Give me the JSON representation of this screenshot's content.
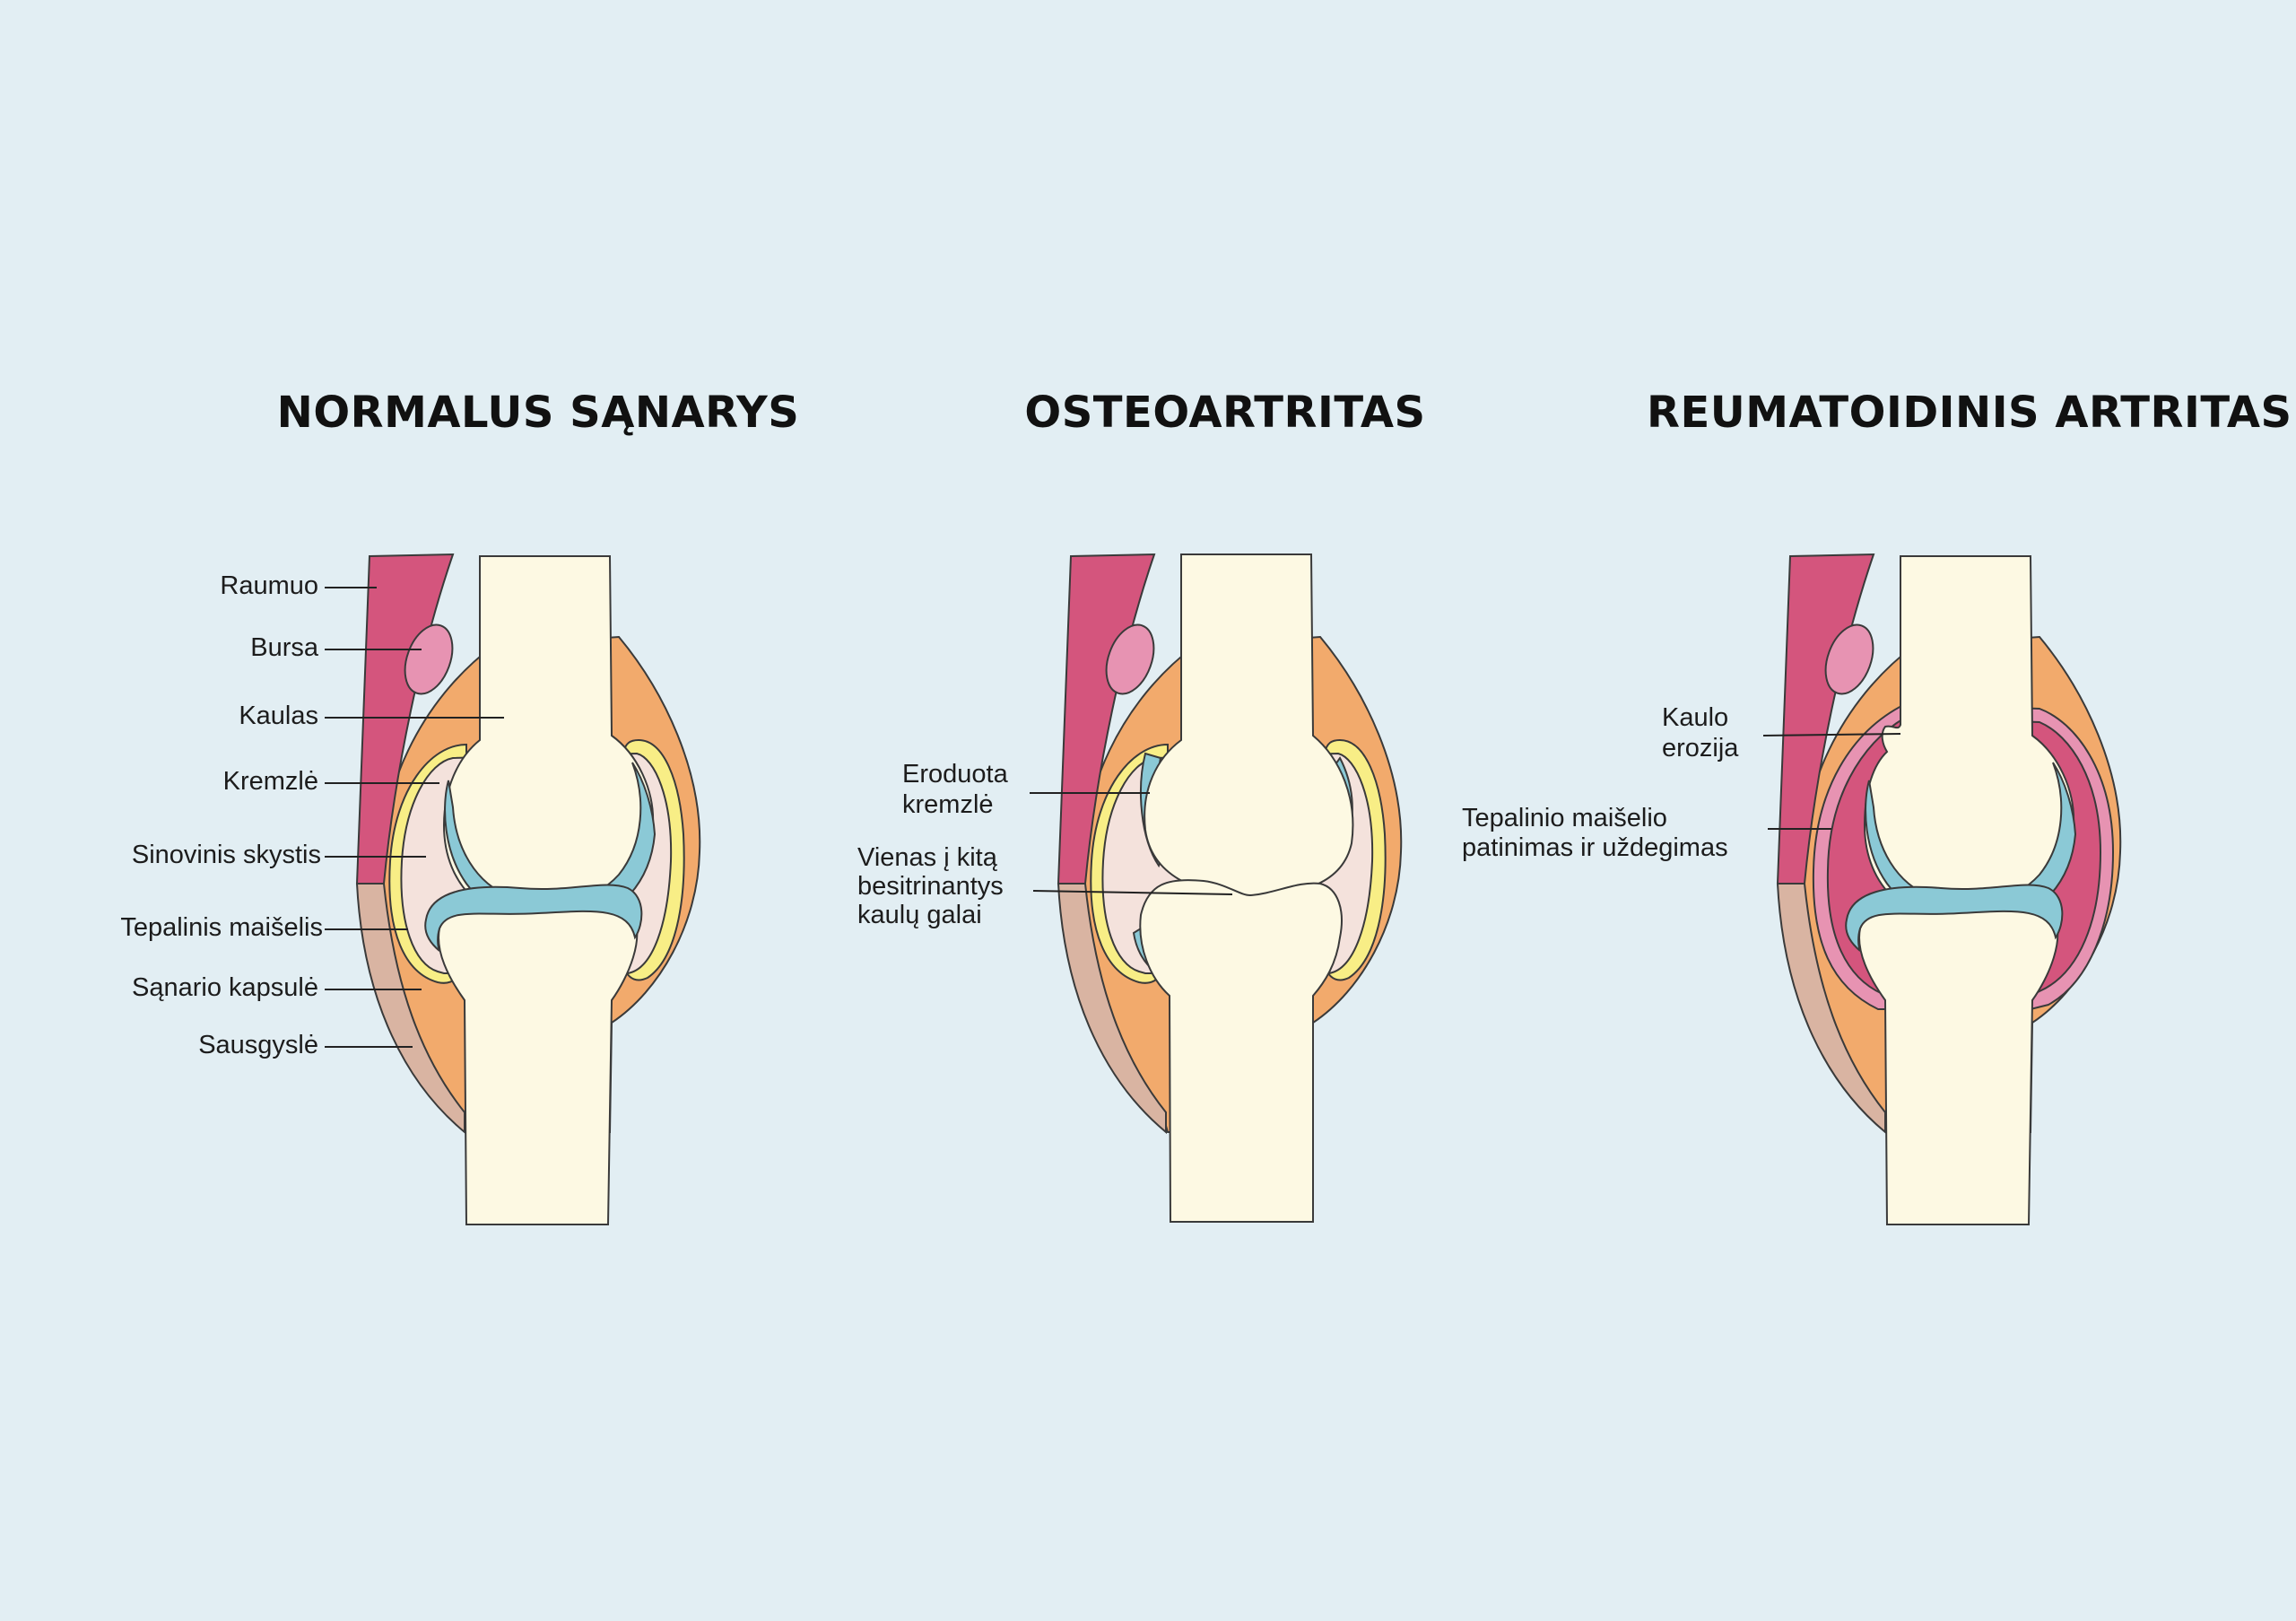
{
  "titles": {
    "normal": "NORMALUS SĄNARYS",
    "osteo": "OSTEOARTRITAS",
    "rheuma": "REUMATOIDINIS ARTRITAS"
  },
  "labels": {
    "normal": {
      "muscle": "Raumuo",
      "bursa": "Bursa",
      "bone": "Kaulas",
      "cartilage": "Kremzlė",
      "synovial_fluid": "Sinovinis skystis",
      "synovial_membrane": "Tepalinis maišelis",
      "joint_capsule": "Sąnario kapsulė",
      "tendon": "Sausgyslė"
    },
    "osteo": {
      "eroded_cartilage": "Eroduota\nkremzlė",
      "bone_ends_rubbing": "Vienas į kitą\nbesitrinantys\nkaulų galai"
    },
    "rheuma": {
      "bone_erosion": "Kaulo\nerozija",
      "synovial_inflammation": "Tepalinio maišelio\npatinimas ir uždegimas"
    }
  },
  "colors": {
    "background": "#e2eef3",
    "muscle": "#d4557d",
    "bursa": "#e793b2",
    "bone": "#fdf9e3",
    "capsule": "#f2aa6c",
    "membrane": "#f8ee86",
    "fluid": "#f4e2dc",
    "cartilage": "#8bc9d6",
    "tendon": "#d9b4a2",
    "inflamed": "#d4557d",
    "inflamed_rim": "#e793b2",
    "outline": "#3a3a3a"
  }
}
